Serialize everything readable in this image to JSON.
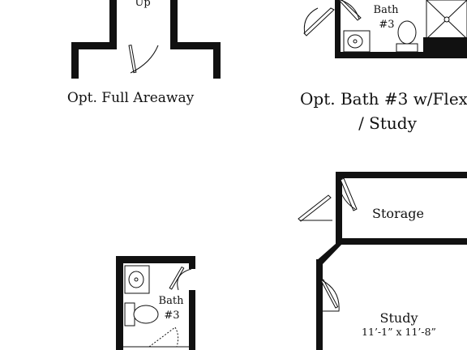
{
  "labels": {
    "up": "Up",
    "opt_full_areaway": "Opt. Full Areaway",
    "opt_bath3_flex_line1": "Opt. Bath #3 w/Flex",
    "opt_bath3_flex_line2": "/ Study",
    "bath_top_line1": "Bath",
    "bath_top_line2": "#3",
    "storage": "Storage",
    "study": "Study",
    "study_dims": "11’-1” x 11’-8”",
    "bath_bottom_line1": "Bath",
    "bath_bottom_line2": "#3"
  },
  "colors": {
    "line": "#111111",
    "background": "#ffffff"
  }
}
